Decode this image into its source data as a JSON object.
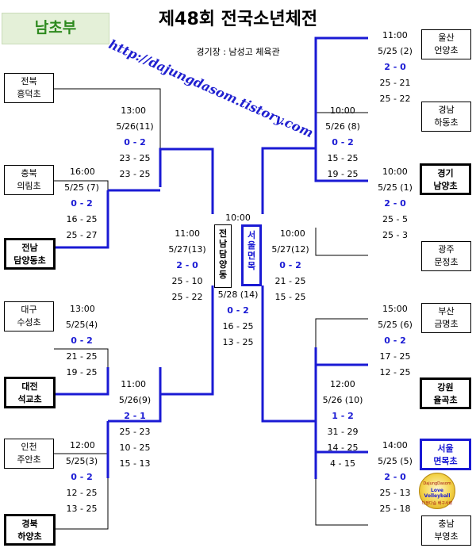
{
  "header": {
    "division": "남초부",
    "title": "제48회 전국소년체전",
    "venue": "경기장 : 남성고 체육관",
    "url": "http://dajungdasom.tistory.com"
  },
  "teams": {
    "left": [
      {
        "region": "전북",
        "school": "흥덕초"
      },
      {
        "region": "충북",
        "school": "의림초"
      },
      {
        "region": "전남",
        "school": "담양동초"
      },
      {
        "region": "대구",
        "school": "수성초"
      },
      {
        "region": "대전",
        "school": "석교초"
      },
      {
        "region": "인천",
        "school": "주안초"
      },
      {
        "region": "경북",
        "school": "하양초"
      }
    ],
    "right": [
      {
        "region": "울산",
        "school": "언양초"
      },
      {
        "region": "경남",
        "school": "하동초"
      },
      {
        "region": "경기",
        "school": "남양초"
      },
      {
        "region": "광주",
        "school": "문정초"
      },
      {
        "region": "부산",
        "school": "금명초"
      },
      {
        "region": "강원",
        "school": "율곡초"
      },
      {
        "region": "서울",
        "school": "면목초"
      },
      {
        "region": "충남",
        "school": "부영초"
      }
    ]
  },
  "matches": {
    "l1": {
      "time": "16:00",
      "date": "5/25 (7)",
      "result": "0 - 2",
      "sets": [
        "16 - 25",
        "25 - 27"
      ]
    },
    "l2": {
      "time": "13:00",
      "date": "5/25(4)",
      "result": "0 - 2",
      "sets": [
        "21 - 25",
        "19 - 25"
      ]
    },
    "l3": {
      "time": "12:00",
      "date": "5/25(3)",
      "result": "0 - 2",
      "sets": [
        "12 - 25",
        "13 - 25"
      ]
    },
    "l4": {
      "time": "13:00",
      "date": "5/26(11)",
      "result": "0 - 2",
      "sets": [
        "23 - 25",
        "23 - 25"
      ]
    },
    "l5": {
      "time": "11:00",
      "date": "5/26(9)",
      "result": "2 - 1",
      "sets": [
        "25 - 23",
        "10 - 25",
        "15 - 13"
      ]
    },
    "l6": {
      "time": "11:00",
      "date": "5/27(13)",
      "result": "2 - 0",
      "sets": [
        "25 - 10",
        "25 - 22"
      ]
    },
    "final": {
      "time": "10:00",
      "date": "5/28 (14)",
      "result": "0 - 2",
      "sets": [
        "16 - 25",
        "13 - 25"
      ],
      "left_team": [
        "전",
        "남",
        "담",
        "양",
        "동"
      ],
      "right_team": [
        "서",
        "울",
        "면",
        "목"
      ]
    },
    "r6": {
      "time": "10:00",
      "date": "5/27(12)",
      "result": "0 - 2",
      "sets": [
        "21 - 25",
        "15 - 25"
      ]
    },
    "r4": {
      "time": "10:00",
      "date": "5/26 (8)",
      "result": "0 - 2",
      "sets": [
        "15 - 25",
        "19 - 25"
      ]
    },
    "r5": {
      "time": "12:00",
      "date": "5/26 (10)",
      "result": "1 - 2",
      "sets": [
        "31 - 29",
        "14 - 25",
        "4 - 15"
      ]
    },
    "r1": {
      "time": "11:00",
      "date": "5/25 (2)",
      "result": "2 - 0",
      "sets": [
        "25 - 21",
        "25 - 22"
      ]
    },
    "r2": {
      "time": "10:00",
      "date": "5/25 (1)",
      "result": "2 - 0",
      "sets": [
        "25 - 5",
        "25 - 3"
      ]
    },
    "r3": {
      "time": "15:00",
      "date": "5/25 (6)",
      "result": "0 - 2",
      "sets": [
        "17 - 25",
        "12 - 25"
      ]
    },
    "r7": {
      "time": "14:00",
      "date": "5/25 (5)",
      "result": "2 - 0",
      "sets": [
        "25 - 13",
        "25 - 18"
      ]
    }
  },
  "logo": {
    "top": "DajungDasom",
    "mid": "Love Volleyball",
    "bottom": "다정다솜 배구사랑"
  },
  "colors": {
    "accent_blue": "#1a1ad4",
    "badge_green": "#2e8a1f",
    "badge_bg": "#e4f0d8"
  }
}
